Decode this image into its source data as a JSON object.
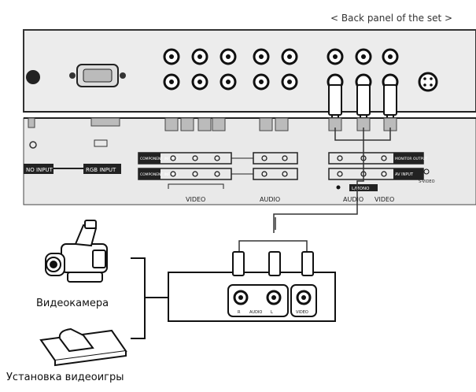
{
  "header": "< Back panel of the set >",
  "panel_labels": {
    "video_input": "NO INPUT",
    "rgb_input": "RGB INPUT",
    "component1": "COMPONENT INPUT 2",
    "component2": "COMPONENT INPUT 1",
    "video": "VIDEO",
    "audio1": "AUDIO",
    "audio2": "AUDIO",
    "video2": "VIDEO",
    "monitor_output": "MONITOR OUTPUT",
    "av_input": "AV INPUT",
    "s_video": "S-VIDEO",
    "mono": "L/MONO"
  },
  "box_labels": {
    "r": "R",
    "audio": "AUDIO",
    "l": "L",
    "video": "VIDEO"
  },
  "camcorder_label": "Видеокамера",
  "game_label": "Установка видеоигры",
  "colors": {
    "panel": "#e8e8e8",
    "ink": "#111111",
    "line": "#444444"
  }
}
